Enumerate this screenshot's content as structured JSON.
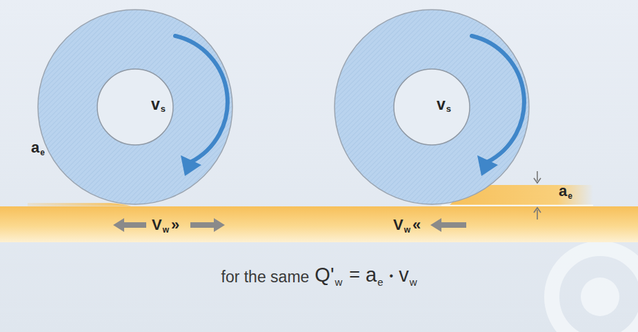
{
  "diagram": {
    "nodes": [
      {
        "text": [
          "v",
          "s"
        ]
      },
      {
        "text": [
          "v",
          "s"
        ]
      }
    ],
    "labels": [
      "a",
      "e",
      "V",
      "w",
      "»",
      "V",
      "w",
      "«",
      "a",
      "e",
      "for the same",
      "Q'",
      "w",
      "=",
      "a",
      "e",
      "•",
      "v",
      "w"
    ]
  }
}
